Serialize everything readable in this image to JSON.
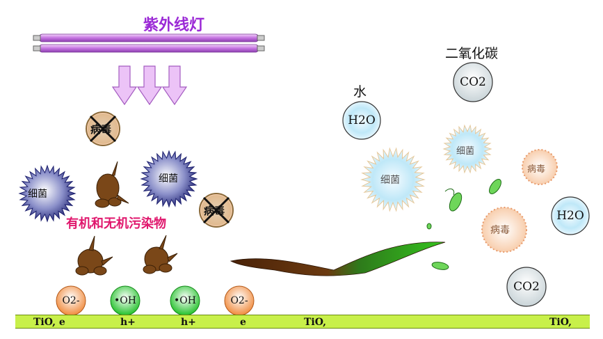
{
  "title": "紫外线灯",
  "labels": {
    "water": "水",
    "co2_title": "二氧化碳",
    "pollutants": "有机和无机污染物",
    "bacteria": "细菌",
    "virus": "病毒",
    "h2o": "H2O",
    "co2": "CO2",
    "oh": "•OH",
    "o2": "O2-"
  },
  "bar": [
    "TiO, e",
    "h+",
    "h+",
    "e",
    "TiO,",
    "TiO,"
  ],
  "colors": {
    "lamp": "#d58be8",
    "arrow": "#e7b8f5",
    "bar": "#c8f04a",
    "title": "#9b2ad6",
    "pollutant_text": "#e0176d"
  }
}
